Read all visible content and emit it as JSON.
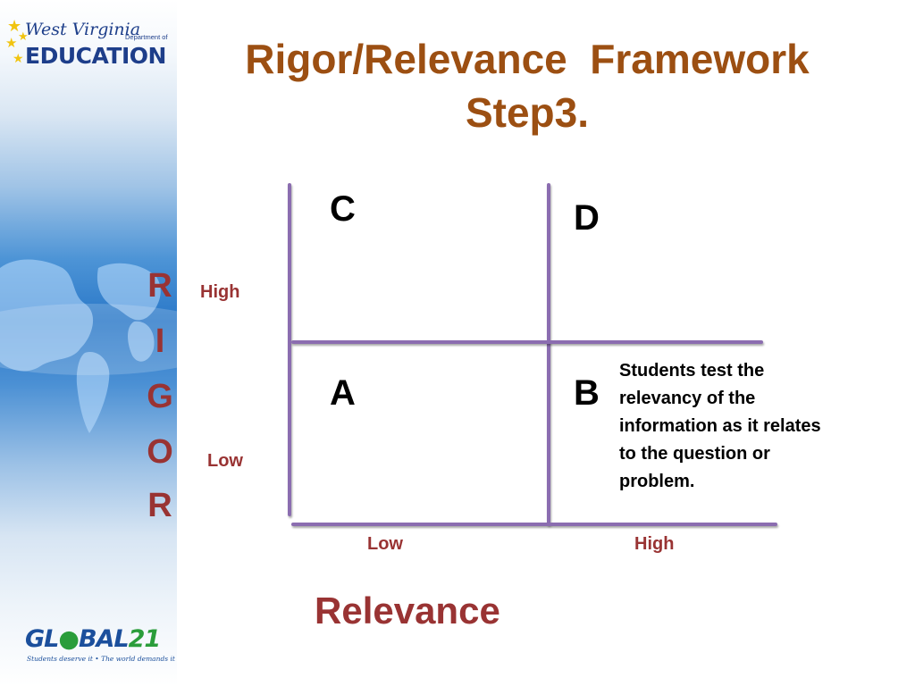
{
  "logos": {
    "top_script": "West Virginia",
    "top_dept": "Department of",
    "top_main": "EDUCATION",
    "bottom_main_a": "GL",
    "bottom_main_b": "BAL",
    "bottom_main_num": "21",
    "bottom_tag": "Students deserve it • The world demands it"
  },
  "title": {
    "line1": "Rigor/Relevance  Framework",
    "line2": "Step3."
  },
  "rigor_axis": {
    "letters": [
      "R",
      "I",
      "G",
      "O",
      "R"
    ],
    "high": "High",
    "low": "Low"
  },
  "relevance_axis": {
    "label": "Relevance",
    "low": "Low",
    "high": "High"
  },
  "quadrants": {
    "C": "C",
    "D": "D",
    "A": "A",
    "B": "B",
    "B_description": "Students test the relevancy of the information as it relates to the question or problem."
  },
  "colors": {
    "title": "#9c4f12",
    "labels": "#993333",
    "grid_lines": "#8b6db0"
  }
}
